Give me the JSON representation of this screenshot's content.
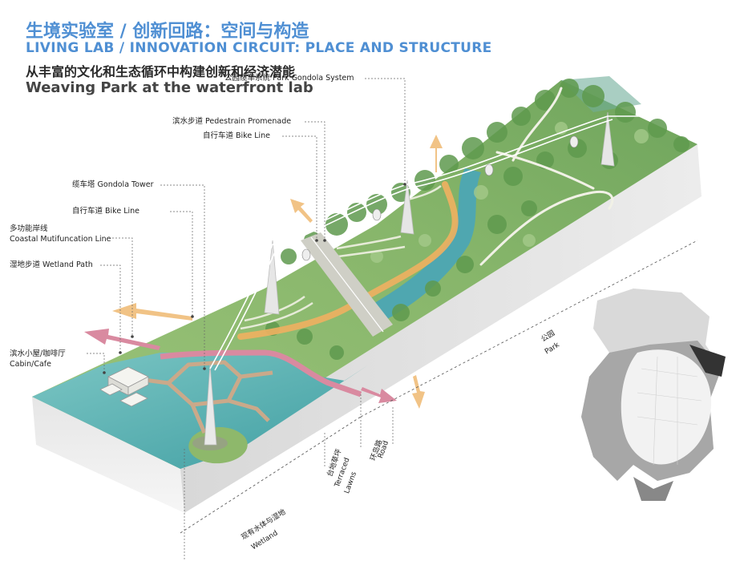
{
  "header": {
    "title_cn": "生境实验室 / 创新回路：空间与构造",
    "title_en": "LIVING LAB / INNOVATION CIRCUIT: PLACE AND STRUCTURE",
    "subtitle_cn": "从丰富的文化和生态循环中构建创新和经济潜能",
    "subtitle_en": "Weaving Park at the waterfront lab"
  },
  "labels": {
    "park_gondola": "公园缆车系统   Park Gondola System",
    "pedestrian": "滨水步道   Pedestrain Promenade",
    "bike_top": "自行车道   Bike Line",
    "gondola_tower": "缆车塔  Gondola Tower",
    "bike_mid": "自行车道   Bike Line",
    "coastal_cn": "多功能岸线",
    "coastal_en": "Coastal Mutifuncation Line",
    "wetland_path": "湿地步道   Wetland Path",
    "cabin_cn": "滨水小屋/咖啡厅",
    "cabin_en": "Cabin/Cafe",
    "park_cn": "公园",
    "park_en": "Park",
    "terrace_cn": "台地草坪",
    "terrace_en1": "Terraced",
    "terrace_en2": "Lawns",
    "road_cn": "环岛路",
    "road_en": "Road",
    "wetland_cn": "现有水体与湿地",
    "wetland_en": "Wetland"
  },
  "colors": {
    "title_blue": "#4f8fd3",
    "bike_orange": "#f0b060",
    "pink_path": "#d98aa0",
    "water": "#5fb5b8",
    "green": "#7fb069"
  }
}
